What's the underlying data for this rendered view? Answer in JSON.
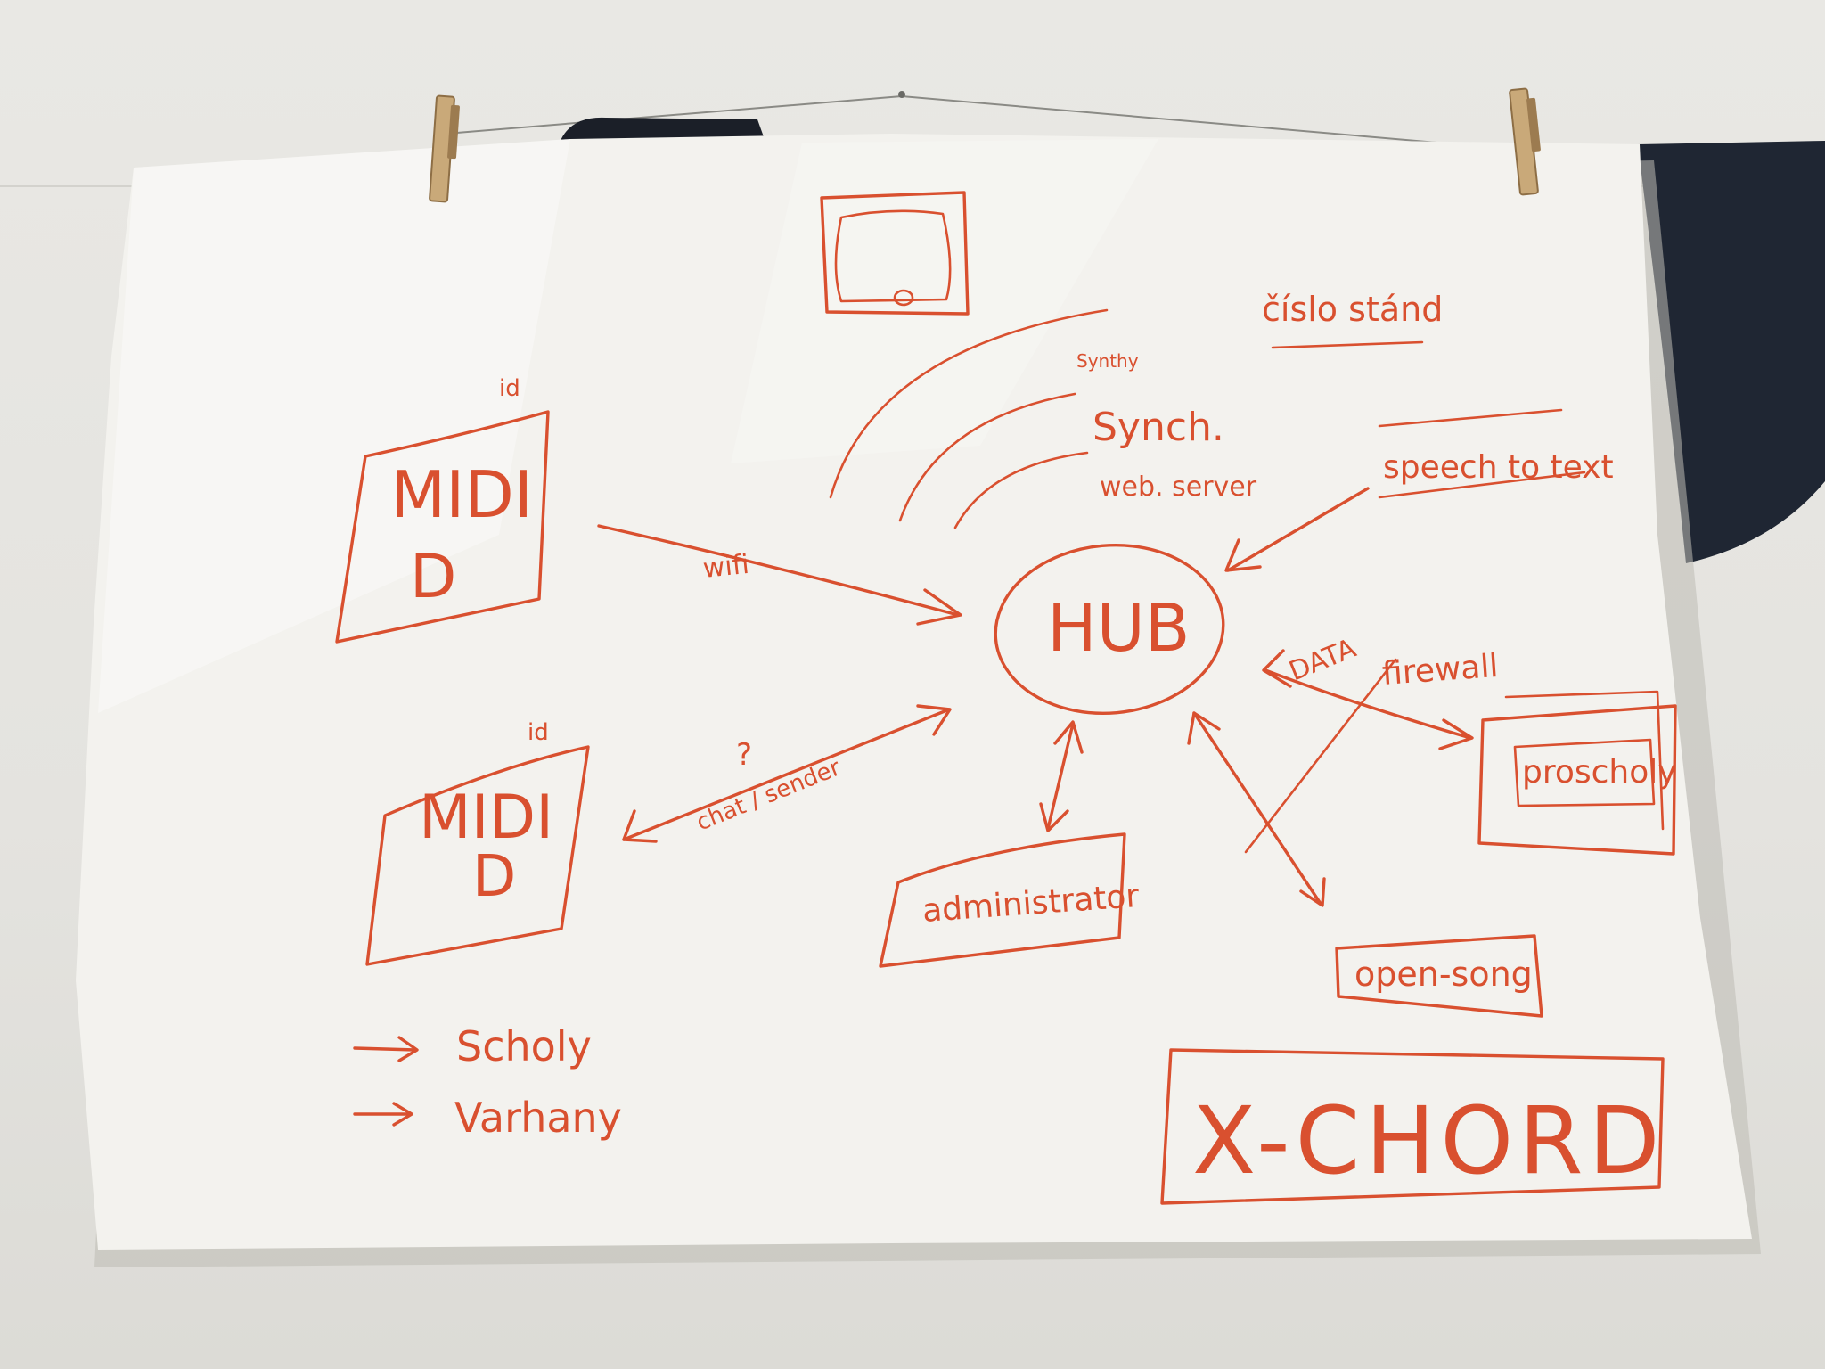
{
  "ink_color": "#d9502f",
  "paper_color": "#f3f2ee",
  "hub": {
    "label": "HUB"
  },
  "midi_top": {
    "line1": "MIDI",
    "line2": "D",
    "tag": "id"
  },
  "midi_bottom": {
    "line1": "MIDI",
    "line2": "D",
    "tag": "id"
  },
  "edges": {
    "wifi": "wifi",
    "question": "?",
    "chat_sender": "chat / sender",
    "data": "DATA",
    "firewall": "firewall"
  },
  "signal": {
    "top_word": "Synthy",
    "line1": "Synch.",
    "line2": "web. server"
  },
  "notes": {
    "cislo_stand": "číslo stánd",
    "speech_to_text": "speech to text"
  },
  "boxes": {
    "administrator": "administrator",
    "open_song": "open-song",
    "proscholy": "proscholy"
  },
  "list": {
    "items": [
      "Scholy",
      "Varhany"
    ]
  },
  "title_box": {
    "label": "X-CHORD"
  }
}
